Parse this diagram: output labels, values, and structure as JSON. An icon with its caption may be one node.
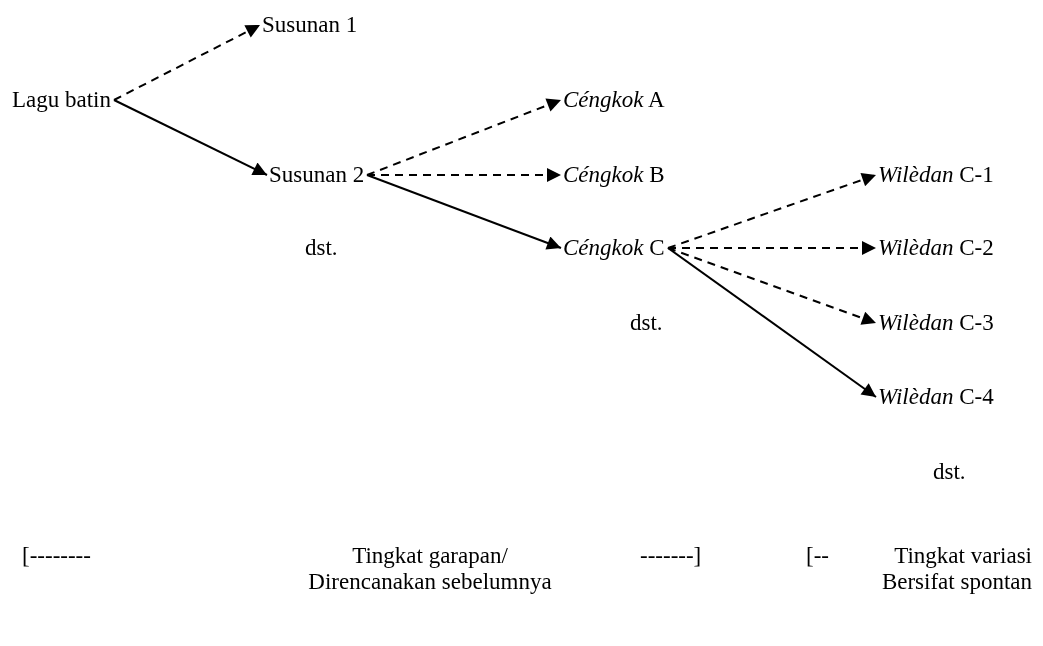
{
  "diagram": {
    "nodes": [
      {
        "text": [
          "Lagu batin"
        ]
      },
      {
        "text": [
          "Susunan 1"
        ]
      },
      {
        "text": [
          "Susunan 2"
        ]
      },
      {
        "text": [
          "*Céngkok* A"
        ]
      },
      {
        "text": [
          "*Céngkok* B"
        ]
      },
      {
        "text": [
          "*Céngkok* C"
        ]
      },
      {
        "text": [
          "*Wilèdan* C-1"
        ]
      },
      {
        "text": [
          "*Wilèdan* C-2"
        ]
      },
      {
        "text": [
          "*Wilèdan* C-3"
        ]
      },
      {
        "text": [
          "*Wilèdan* C-4"
        ]
      }
    ],
    "edges": [
      {
        "from": 0,
        "to": 1,
        "arrow": "to",
        "style": "dashed"
      },
      {
        "from": 0,
        "to": 2,
        "arrow": "to"
      },
      {
        "from": 2,
        "to": 3,
        "arrow": "to",
        "style": "dashed"
      },
      {
        "from": 2,
        "to": 4,
        "arrow": "to",
        "style": "dashed"
      },
      {
        "from": 2,
        "to": 5,
        "arrow": "to"
      },
      {
        "from": 5,
        "to": 6,
        "arrow": "to",
        "style": "dashed"
      },
      {
        "from": 5,
        "to": 7,
        "arrow": "to",
        "style": "dashed"
      },
      {
        "from": 5,
        "to": 8,
        "arrow": "to",
        "style": "dashed"
      },
      {
        "from": 5,
        "to": 9,
        "arrow": "to"
      }
    ],
    "labels": [
      "dst.",
      "dst.",
      "dst.",
      "[--------",
      "Tingkat garapan/ Direncanakan sebelumnya",
      "-------]",
      "[--",
      "Tingkat variasi Bersifat spontan"
    ]
  }
}
